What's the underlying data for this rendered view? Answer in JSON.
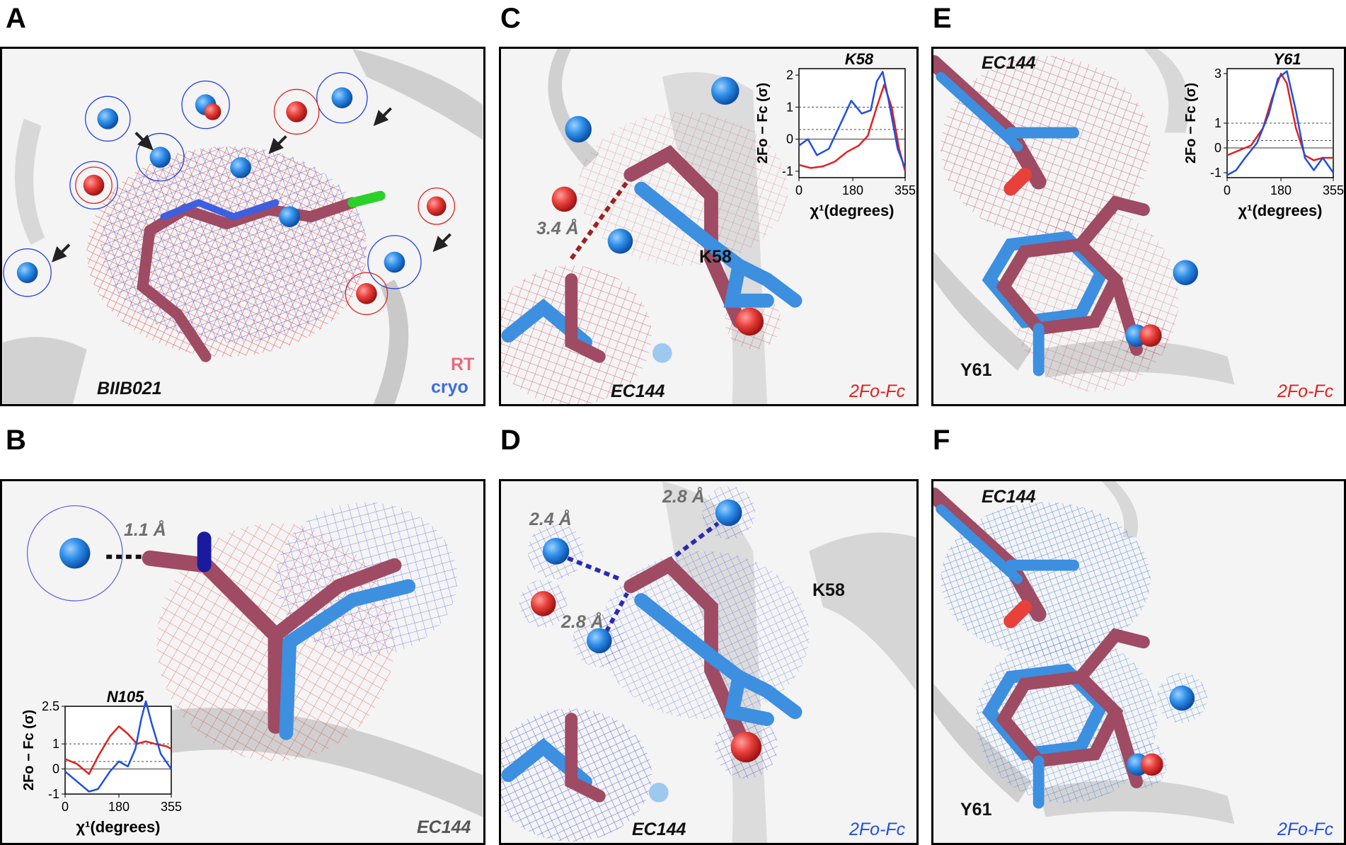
{
  "panel_letters": [
    "A",
    "B",
    "C",
    "D",
    "E",
    "F"
  ],
  "panelA": {
    "ligand": "BIIB021",
    "legend_rt": "RT",
    "legend_cryo": "cryo"
  },
  "panelB": {
    "distance": "1.1 Å",
    "ligand": "EC144"
  },
  "panelC": {
    "distance": "3.4 Å",
    "residue": "K58",
    "ligand": "EC144",
    "map": "2Fo-Fc"
  },
  "panelD": {
    "distances": [
      "2.8 Å",
      "2.4 Å",
      "2.8 Å"
    ],
    "residue": "K58",
    "ligand": "EC144",
    "map": "2Fo-Fc"
  },
  "panelE": {
    "ligand": "EC144",
    "residue": "Y61",
    "map": "2Fo-Fc"
  },
  "panelF": {
    "ligand": "EC144",
    "residue": "Y61",
    "map": "2Fo-Fc"
  },
  "colors": {
    "rt": "#e0201e",
    "cryo": "#1f4fe0",
    "rt_stick": "#9e4b63",
    "cryo_stick": "#3d8fe0"
  },
  "chart_data": [
    {
      "type": "line",
      "title": "N105",
      "xlabel": "χ¹(degrees)",
      "ylabel": "2Fo − Fc (σ)",
      "xlim": [
        0,
        355
      ],
      "ylim": [
        -1,
        2.5
      ],
      "xticks": [
        0,
        180,
        355
      ],
      "yticks": [
        -1,
        0,
        1,
        2.5
      ],
      "thresholds": [
        1,
        0.3
      ],
      "series": [
        {
          "color": "#e0201e",
          "x": [
            0,
            40,
            80,
            110,
            150,
            180,
            210,
            240,
            270,
            300,
            340,
            355
          ],
          "y": [
            0.4,
            0.2,
            -0.2,
            0.5,
            1.3,
            1.7,
            1.4,
            1.0,
            1.1,
            1.0,
            0.9,
            0.8
          ]
        },
        {
          "color": "#1f4fe0",
          "x": [
            0,
            40,
            80,
            110,
            150,
            180,
            210,
            235,
            255,
            270,
            290,
            320,
            355
          ],
          "y": [
            -0.1,
            -0.5,
            -0.9,
            -0.8,
            -0.1,
            0.3,
            0.1,
            0.8,
            2.0,
            2.7,
            1.8,
            0.6,
            0.0
          ]
        }
      ]
    },
    {
      "type": "line",
      "title": "K58",
      "xlabel": "χ¹(degrees)",
      "ylabel": "2Fo − Fc (σ)",
      "xlim": [
        0,
        355
      ],
      "ylim": [
        -1.2,
        2.2
      ],
      "xticks": [
        0,
        180,
        355
      ],
      "yticks": [
        -1,
        0,
        1,
        2
      ],
      "thresholds": [
        1,
        0.3
      ],
      "series": [
        {
          "color": "#e0201e",
          "x": [
            0,
            40,
            80,
            120,
            160,
            200,
            230,
            260,
            285,
            310,
            335,
            355
          ],
          "y": [
            -0.8,
            -0.9,
            -0.85,
            -0.7,
            -0.4,
            -0.2,
            0.1,
            1.0,
            1.7,
            1.0,
            -0.3,
            -1.0
          ]
        },
        {
          "color": "#1f4fe0",
          "x": [
            0,
            30,
            60,
            100,
            140,
            175,
            210,
            240,
            260,
            280,
            300,
            330,
            355
          ],
          "y": [
            -0.2,
            0.0,
            -0.5,
            -0.3,
            0.5,
            1.2,
            0.8,
            0.9,
            1.8,
            2.1,
            1.2,
            -0.3,
            -0.9
          ]
        }
      ]
    },
    {
      "type": "line",
      "title": "Y61",
      "xlabel": "χ¹(degrees)",
      "ylabel": "2Fo − Fc (σ)",
      "xlim": [
        0,
        355
      ],
      "ylim": [
        -1.2,
        3.2
      ],
      "xticks": [
        0,
        180,
        355
      ],
      "yticks": [
        -1,
        0,
        1,
        3
      ],
      "thresholds": [
        1,
        0.3
      ],
      "series": [
        {
          "color": "#e0201e",
          "x": [
            0,
            40,
            80,
            120,
            150,
            180,
            200,
            230,
            260,
            290,
            320,
            355
          ],
          "y": [
            -0.3,
            -0.1,
            0.1,
            0.8,
            2.0,
            3.0,
            2.6,
            0.8,
            -0.3,
            -0.5,
            -0.4,
            -0.4
          ]
        },
        {
          "color": "#1f4fe0",
          "x": [
            0,
            30,
            60,
            100,
            140,
            170,
            200,
            230,
            260,
            290,
            320,
            355
          ],
          "y": [
            -1.1,
            -0.9,
            -0.4,
            0.2,
            1.4,
            2.8,
            3.1,
            1.5,
            -0.4,
            -0.9,
            -0.4,
            -1.0
          ]
        }
      ]
    }
  ]
}
